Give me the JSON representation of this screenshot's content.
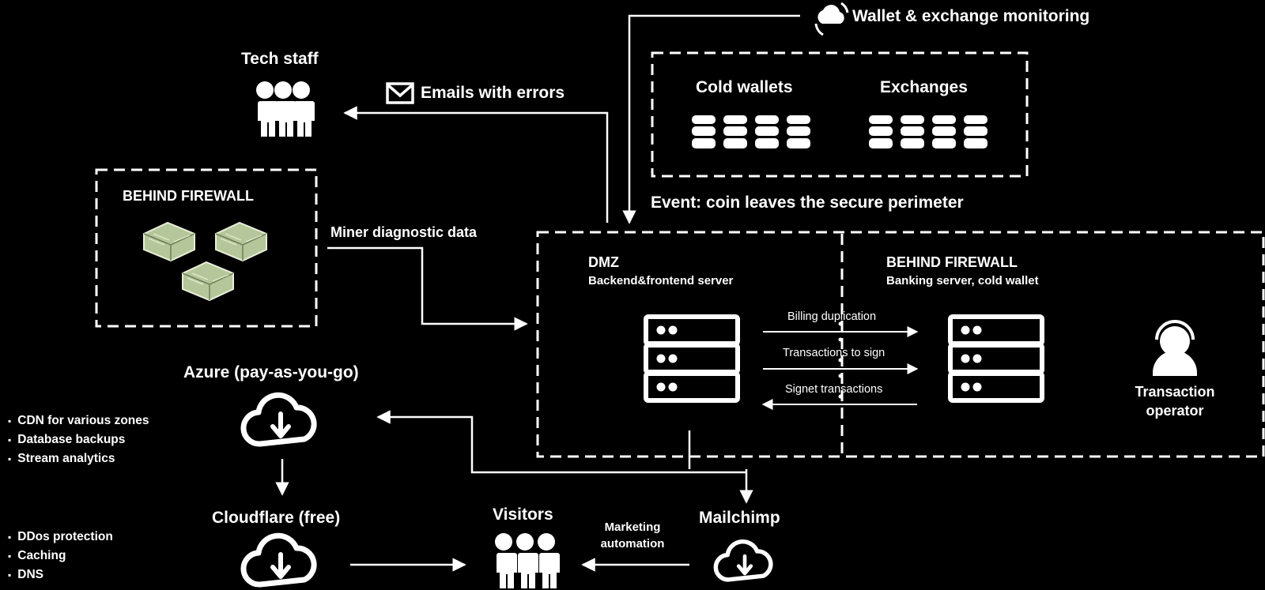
{
  "labels": {
    "tech_staff": "Tech staff",
    "emails_with_errors": "Emails with errors",
    "wallet_monitoring": "Wallet & exchange monitoring",
    "cold_wallets": "Cold wallets",
    "exchanges": "Exchanges",
    "event": "Event: coin leaves the secure perimeter",
    "miners_firewall": "BEHIND FIREWALL",
    "miner_diagnostic_data": "Miner diagnostic data",
    "dmz_title": "DMZ",
    "dmz_subtitle": "Backend&frontend server",
    "firewall_title": "BEHIND FIREWALL",
    "firewall_subtitle": "Banking server, cold wallet",
    "billing_duplication": "Billing duplication",
    "transactions_to_sign": "Transactions to sign",
    "signed_transactions": "Signet transactions",
    "operator_line1": "Transaction",
    "operator_line2": "operator",
    "azure": "Azure (pay-as-you-go)",
    "cloudflare": "Cloudflare (free)",
    "visitors": "Visitors",
    "mailchimp": "Mailchimp",
    "marketing_line1": "Marketing",
    "marketing_line2": "automation"
  },
  "azure_features": [
    "CDN for various zones",
    "Database backups",
    "Stream analytics"
  ],
  "cloudflare_features": [
    "DDos protection",
    "Caching",
    "DNS"
  ],
  "colors": {
    "background": "#000000",
    "foreground": "#ffffff",
    "miner_accent": "#b5c79a"
  }
}
